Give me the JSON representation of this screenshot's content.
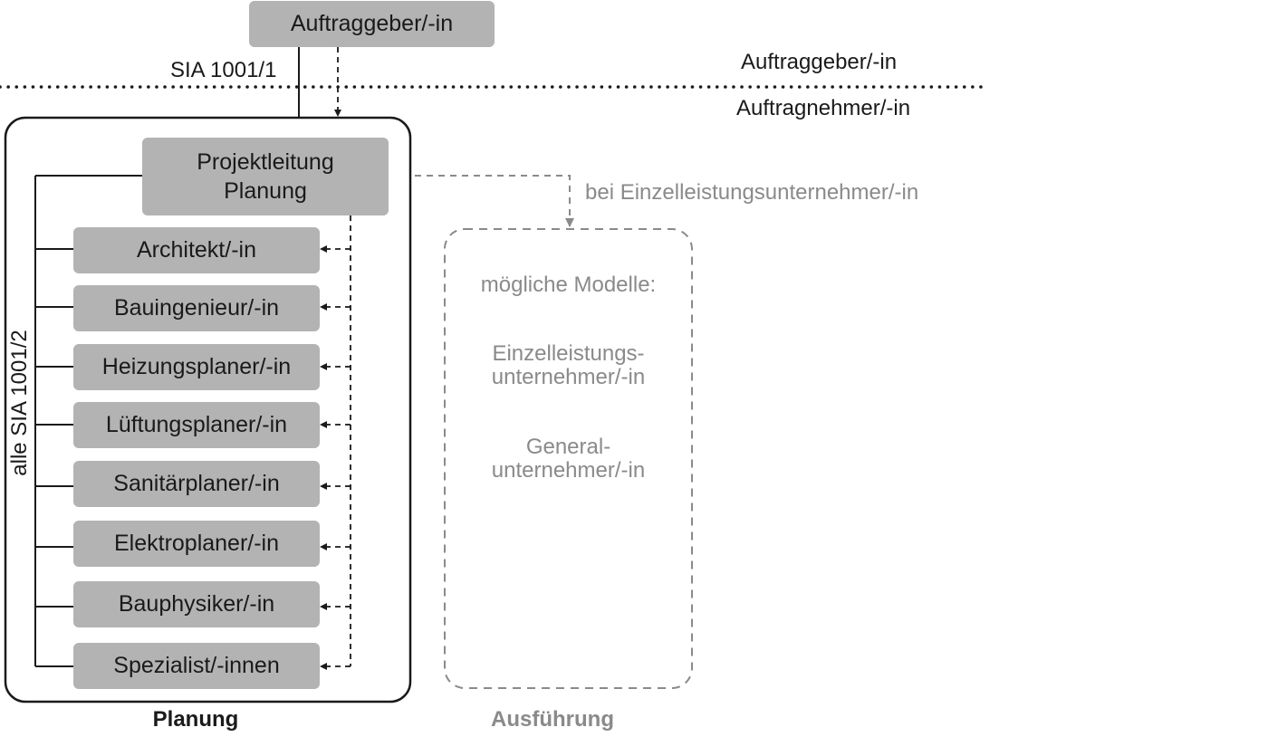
{
  "client": {
    "label": "Auftraggeber/-in"
  },
  "contract_client_planning": "SIA 1001/1",
  "zones": {
    "above": "Auftraggeber/-in",
    "below": "Auftragnehmer/-in"
  },
  "planning": {
    "lead_line1": "Projektleitung",
    "lead_line2": "Planung",
    "side_contract": "alle SIA 1001/2",
    "members": [
      "Architekt/-in",
      "Bauingenieur/-in",
      "Heizungsplaner/-in",
      "Lüftungsplaner/-in",
      "Sanitärplaner/-in",
      "Elektroplaner/-in",
      "Bauphysiker/-in",
      "Spezialist/-innen"
    ],
    "caption": "Planung"
  },
  "execution": {
    "link_note": "bei Einzelleistungsunternehmer/-in",
    "heading": "mögliche Modelle:",
    "model1_line1": "Einzelleistungs-",
    "model1_line2": "unternehmer/-in",
    "model2_line1": "General-",
    "model2_line2": "unternehmer/-in",
    "caption": "Ausführung"
  },
  "colors": {
    "box_fill": "#b3b3b3",
    "text_dark": "#1a1a1a",
    "text_grey": "#8a8a8a",
    "line": "#1a1a1a"
  }
}
